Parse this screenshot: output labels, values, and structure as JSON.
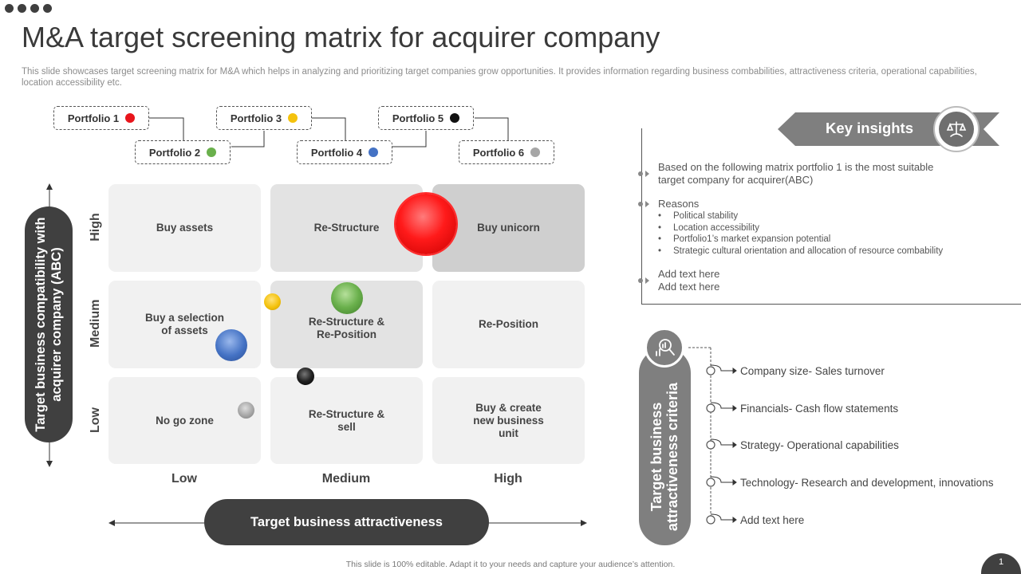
{
  "title": "M&A target screening matrix for acquirer company",
  "subtitle": "This slide showcases target screening matrix for M&A which helps in analyzing and prioritizing target companies grow opportunities. It provides information regarding business combabilities, attractiveness criteria, operational capabilities, location accessibility etc.",
  "portfolios": [
    {
      "label": "Portfolio 1",
      "color": "#e8141b"
    },
    {
      "label": "Portfolio 2",
      "color": "#6ab04c"
    },
    {
      "label": "Portfolio 3",
      "color": "#f4c20d"
    },
    {
      "label": "Portfolio 4",
      "color": "#4472c4"
    },
    {
      "label": "Portfolio 5",
      "color": "#111111"
    },
    {
      "label": "Portfolio 6",
      "color": "#a6a6a6"
    }
  ],
  "matrix": {
    "row_labels": [
      "High",
      "Medium",
      "Low"
    ],
    "col_labels": [
      "Low",
      "Medium",
      "High"
    ],
    "cells": {
      "high_low": "Buy assets",
      "high_medium": "Re-Structure",
      "high_high": "Buy unicorn",
      "medium_low": "Buy a selection of assets",
      "medium_medium": "Re-Structure & Re-Position",
      "medium_high": "Re-Position",
      "low_low": "No go zone",
      "low_medium": "Re-Structure & sell",
      "low_high": "Buy & create new business unit"
    },
    "y_axis_title": "Target business compatibility with acquirer company (ABC)",
    "x_axis_title": "Target business attractiveness"
  },
  "key_insights": {
    "heading": "Key insights",
    "icon": "scale-icon",
    "point1": "Based on the following matrix portfolio 1 is the most suitable target company for acquirer(ABC)",
    "reasons_title": "Reasons",
    "reasons": [
      "Political stability",
      "Location accessibility",
      "Portfolio1’s market expansion potential",
      "Strategic cultural orientation and allocation of resource combability"
    ],
    "add_text_1": "Add text here",
    "add_text_2": "Add text here"
  },
  "criteria": {
    "title": "Target business attractiveness criteria",
    "icon": "analytics-magnifier-icon",
    "items": [
      "Company size- Sales turnover",
      "Financials- Cash flow statements",
      "Strategy- Operational capabilities",
      "Technology- Research and development, innovations",
      "Add text here"
    ]
  },
  "footer": "This slide is 100% editable. Adapt it to your needs and capture your audience’s attention.",
  "page_number": "1"
}
